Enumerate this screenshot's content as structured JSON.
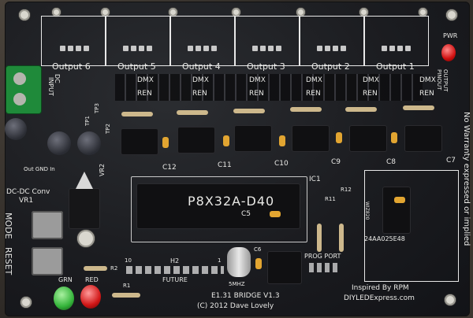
{
  "board": {
    "outputs": [
      "Output 6",
      "Output 5",
      "Output 4",
      "Output 3",
      "Output 2",
      "Output 1"
    ],
    "output_pinout": [
      "OUTPUT",
      "PINOUT"
    ],
    "dmx_label": "DMX",
    "ren_label": "REN",
    "pwr_label": "PWR",
    "dc_input": [
      "DC",
      "INPUT"
    ],
    "tp_labels": [
      "TP1",
      "TP2",
      "TP3"
    ],
    "main_chip": "P8X32A-D40",
    "ic1": "IC1",
    "vr1": [
      "DC-DC Conv",
      "VR1"
    ],
    "vr2": "VR2",
    "mode": "MODE",
    "reset": "RESET",
    "out_gnd_in": "Out GND In",
    "side_note": "No Warranty expressed or implied",
    "eeprom": "24AA025E48",
    "wiz": "WIZ820",
    "h2": "H2",
    "future": "FUTURE",
    "h2_pin_left": "10",
    "h2_pin_right": "1",
    "prog_port": "PROG PORT",
    "x1": "5MHZ",
    "c6": "C6",
    "c5": "C5",
    "cap_labels": [
      "C12",
      "C11",
      "C10",
      "C9",
      "C8",
      "C7"
    ],
    "r11": "R11",
    "r12": "R12",
    "r1": "R1",
    "r2": "R2",
    "grn": "GRN",
    "red": "RED",
    "credit_top": "Inspired By RPM",
    "credit_url": "DIYLEDExpress.com",
    "title": "E1.31 BRIDGE V1.3",
    "copyright": "(C) 2012 Dave Lovely"
  }
}
